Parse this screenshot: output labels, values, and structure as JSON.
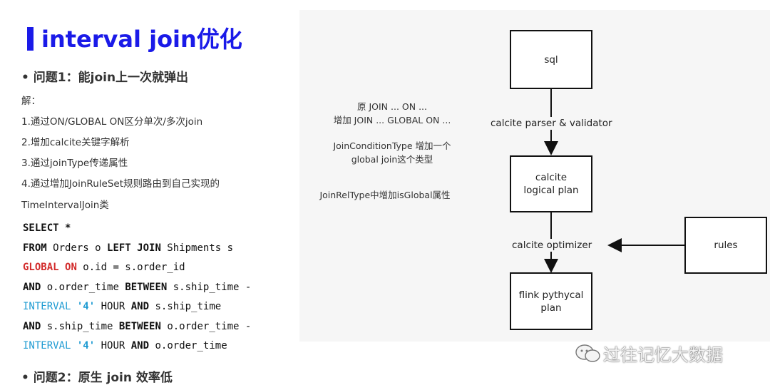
{
  "slide": {
    "title": "interval join优化",
    "question1": "• 问题1：能join上一次就弹出",
    "solution_label": "解：",
    "steps": [
      "1.通过ON/GLOBAL ON区分单次/多次join",
      "2.增加calcite关键字解析",
      "3.通过joinType传递属性",
      "4.通过增加JoinRuleSet规则路由到自己实现的",
      "TimeIntervalJoin类"
    ],
    "question2": "• 问题2：原生 join 效率低"
  },
  "code": {
    "l1_kw": "SELECT *",
    "l2_kw1": "FROM",
    "l2_t1": " Orders o ",
    "l2_kw2": "LEFT JOIN",
    "l2_t2": " Shipments s",
    "l3_red1": "GLOBAL",
    "l3_sp": " ",
    "l3_red2": "ON",
    "l3_t": " o.id = s.order_id",
    "l4_kw1": "AND",
    "l4_t1": " o.order_time ",
    "l4_kw2": "BETWEEN",
    "l4_t2": " s.ship_time -",
    "l5_blue": "INTERVAL",
    "l5_sp": " ",
    "l5_num": "'4'",
    "l5_t1": " HOUR ",
    "l5_kw": "AND",
    "l5_t2": " s.ship_time",
    "l6_kw1": "AND",
    "l6_t1": " s.ship_time ",
    "l6_kw2": "BETWEEN",
    "l6_t2": " o.order_time -",
    "l7_blue": "INTERVAL",
    "l7_sp": " ",
    "l7_num": "'4'",
    "l7_t1": " HOUR ",
    "l7_kw": "AND",
    "l7_t2": " o.order_time"
  },
  "notes": {
    "n1a": "原 JOIN ... ON ...",
    "n1b": "增加 JOIN ... GLOBAL ON ...",
    "n2a": "JoinConditionType 增加一个",
    "n2b": "global join这个类型",
    "n3": "JoinRelType中增加isGlobal属性"
  },
  "flow": {
    "sql": "sql",
    "parser_label": "calcite parser & validator",
    "logical_a": "calcite",
    "logical_b": "logical plan",
    "optimizer_label": "calcite optimizer",
    "physical_a": "flink pythycal",
    "physical_b": "plan",
    "rules": "rules"
  },
  "watermark": "过往记忆大数据",
  "colors": {
    "title": "#1a1ae8",
    "red": "#d22b2b",
    "blue": "#1f9bd2"
  }
}
